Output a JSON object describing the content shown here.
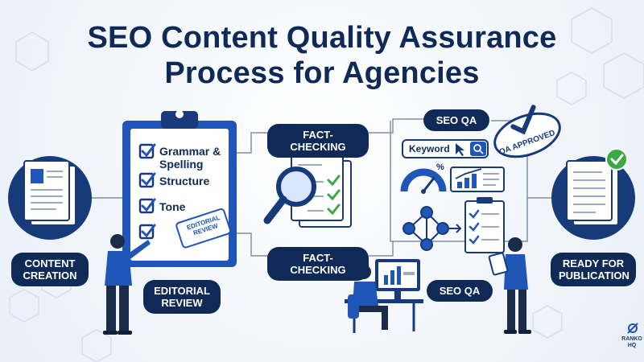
{
  "title": {
    "line1": "SEO Content Quality Assurance",
    "line2": "Process for Agencies"
  },
  "steps": {
    "content_creation": "CONTENT\nCREATION",
    "editorial_review": "EDITORIAL\nREVIEW",
    "fact_checking_top": "FACT-CHECKING",
    "fact_checking_bottom": "FACT-CHECKING",
    "seo_qa_top": "SEO QA",
    "seo_qa_bottom": "SEO QA",
    "ready_for_publication": "READY FOR\nPUBLICATION"
  },
  "checklist": [
    "Grammar &\nSpelling",
    "Structure",
    "Tone"
  ],
  "stamps": {
    "editorial": "EDITORIAL\nREVIEW",
    "qa": "QA APPROVED"
  },
  "seo": {
    "keyword": "Keyword",
    "percent": "%"
  },
  "brand": {
    "line1": "RANKO",
    "line2": "HQ"
  },
  "colors": {
    "navy": "#0f2a57",
    "blue": "#1f56b8",
    "light_blue": "#d9e6fb",
    "green": "#3aa845"
  }
}
